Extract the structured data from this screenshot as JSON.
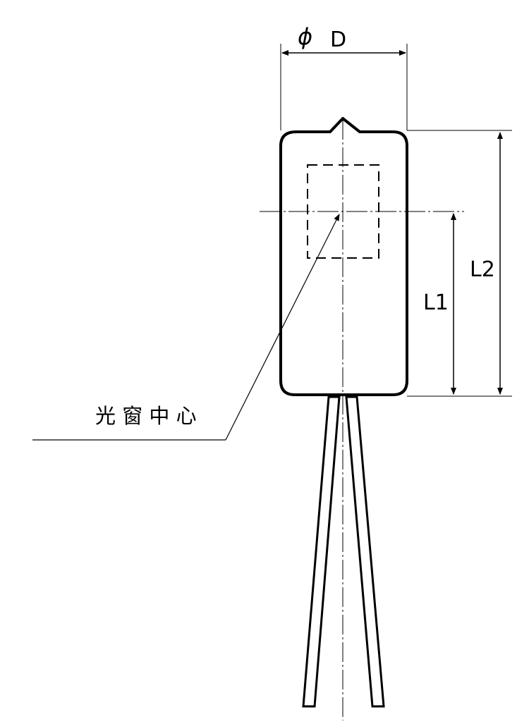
{
  "labels": {
    "diameter": "D",
    "diameter_symbol": "ϕ",
    "l1": "L1",
    "l2": "L2",
    "window_center": "光 窗 中 心"
  },
  "colors": {
    "stroke": "#000000",
    "background": "#ffffff"
  }
}
